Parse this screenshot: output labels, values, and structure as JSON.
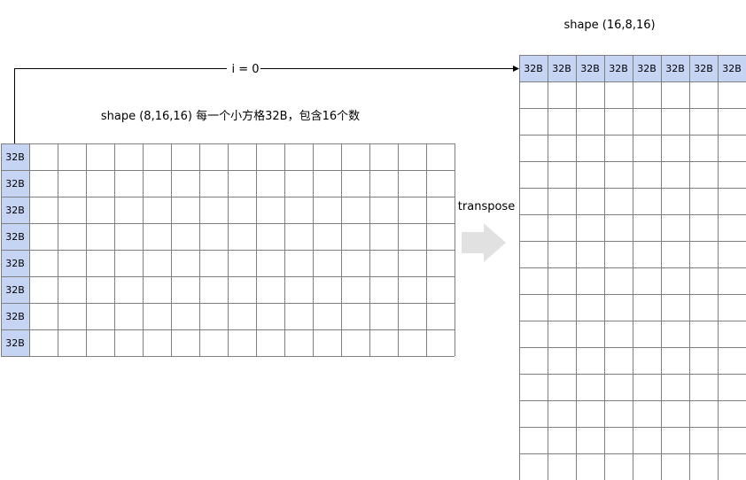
{
  "left_tensor": {
    "caption": "shape (8,16,16) 每一个小方格32B，包含16个数",
    "rows": 8,
    "cols": 16,
    "cell_label": "32B"
  },
  "right_tensor": {
    "caption": "shape (16,8,16)",
    "rows": 16,
    "cols": 8,
    "cell_label": "32B"
  },
  "connector": {
    "label": "i = 0"
  },
  "transpose": {
    "label": "transpose"
  },
  "colors": {
    "highlight_cell": "#c6d4f3",
    "grid_line": "#7f7f7f",
    "arrow": "#e1e1e1"
  }
}
